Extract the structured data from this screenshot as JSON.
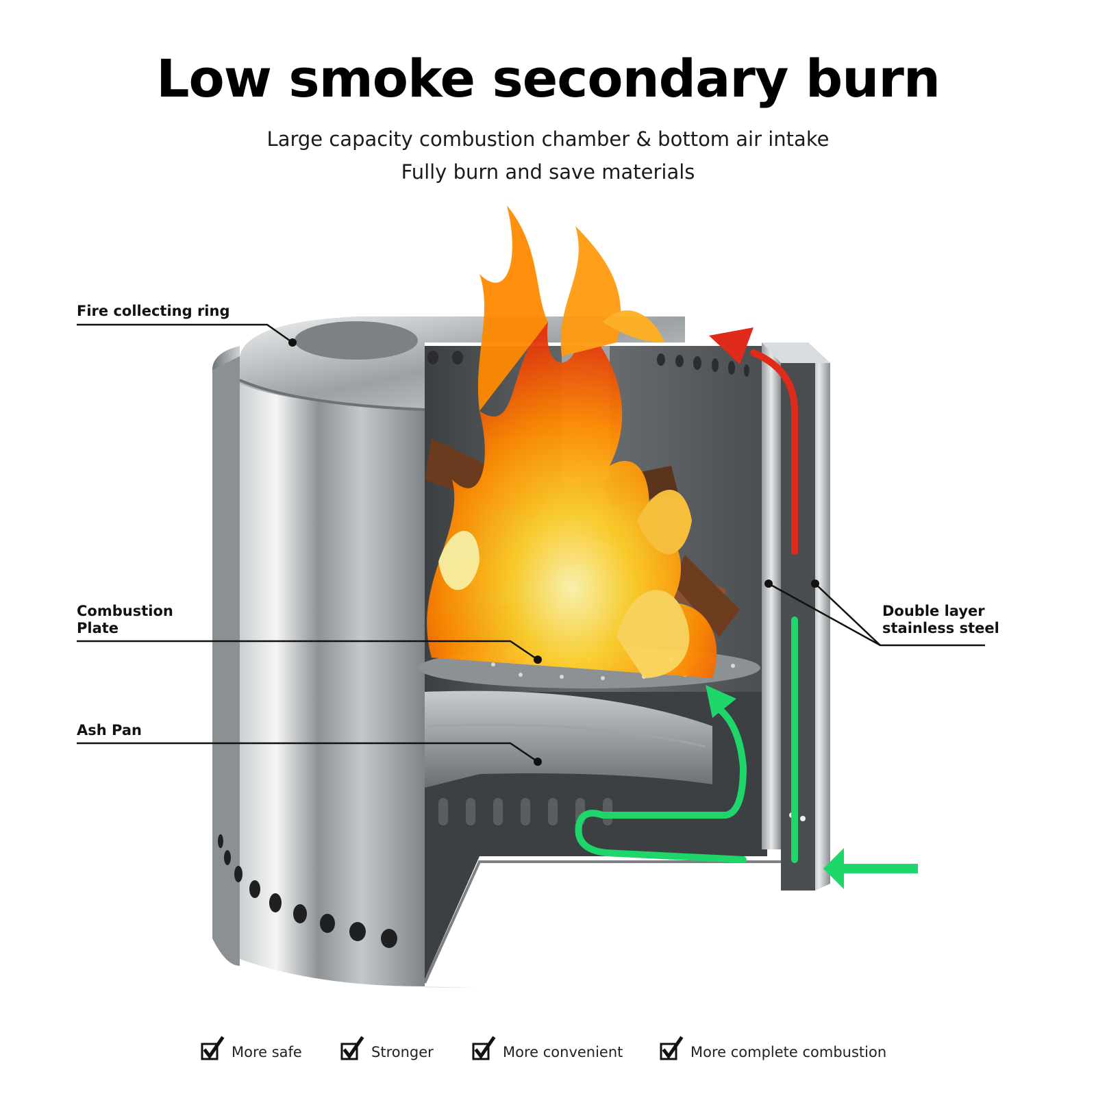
{
  "header": {
    "title": "Low smoke secondary burn",
    "subtitle_line1": "Large capacity combustion chamber & bottom air intake",
    "subtitle_line2": "Fully burn and save materials"
  },
  "callouts": {
    "fire_ring": "Fire collecting ring",
    "combustion_plate_line1": "Combustion",
    "combustion_plate_line2": "Plate",
    "ash_pan": "Ash Pan",
    "double_layer_line1": "Double layer",
    "double_layer_line2": "stainless steel"
  },
  "features": [
    {
      "label": "More safe",
      "icon": "checkbox-checked-icon"
    },
    {
      "label": "Stronger",
      "icon": "checkbox-checked-icon"
    },
    {
      "label": "More convenient",
      "icon": "checkbox-checked-icon"
    },
    {
      "label": "More complete combustion",
      "icon": "checkbox-checked-icon"
    }
  ],
  "colors": {
    "airflow_hot": "#e02a1a",
    "airflow_cool": "#1fd66b",
    "steel": "#b8bcbe",
    "flame": "#ff8a00"
  }
}
